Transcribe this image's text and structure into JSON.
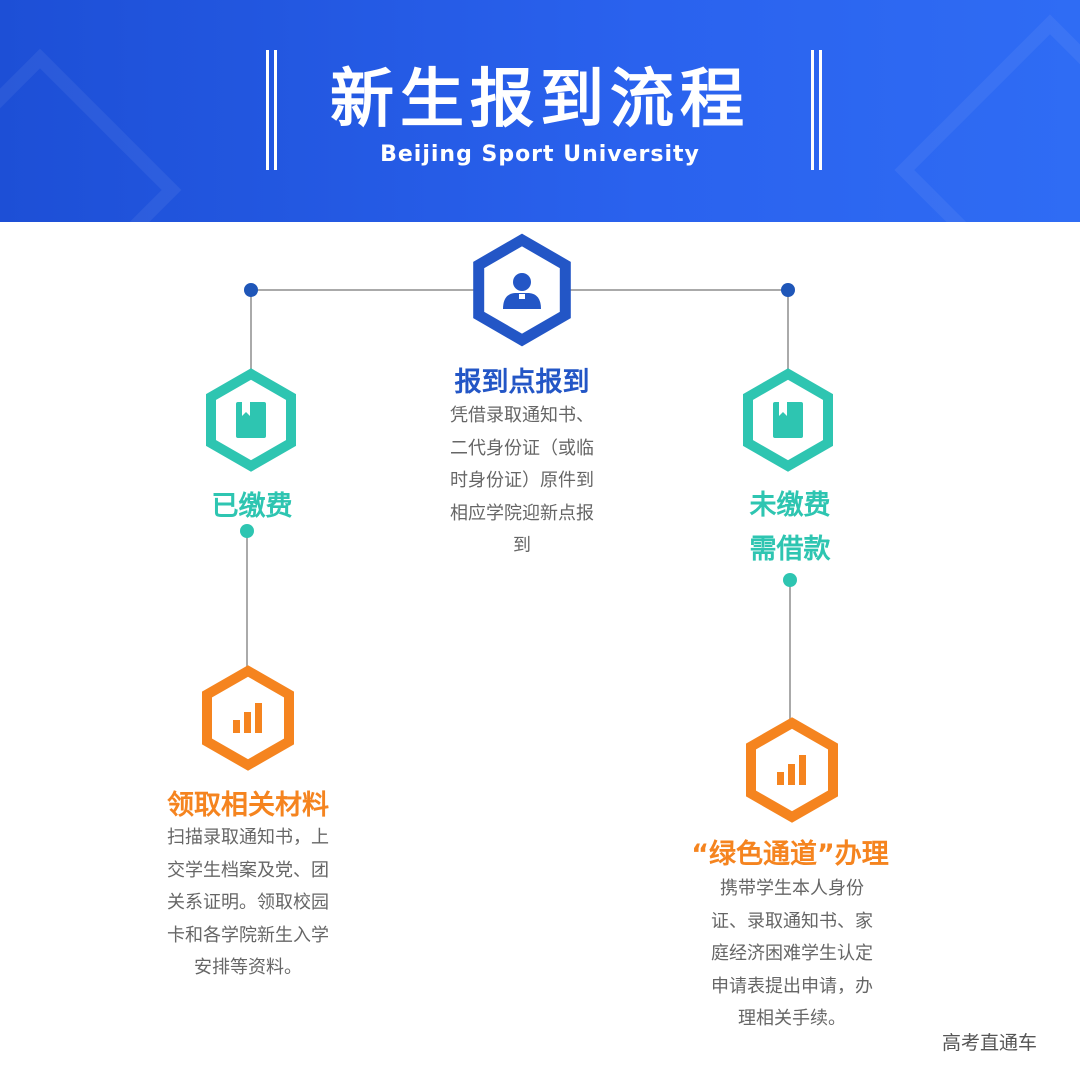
{
  "header": {
    "title": "新生报到流程",
    "subtitle": "Beijing Sport University"
  },
  "colors": {
    "blue": "#2356c6",
    "teal": "#2ec5b1",
    "orange": "#f5841f",
    "header_bg": "#2a62ee"
  },
  "nodes": {
    "checkin": {
      "icon": "user-icon",
      "title": "报到点报到",
      "lines": [
        "凭借录取通知书、",
        "二代身份证（或临",
        "时身份证）原件到",
        "相应学院迎新点报",
        "到"
      ]
    },
    "paid": {
      "icon": "book-icon",
      "title": "已缴费"
    },
    "unpaid": {
      "icon": "book-icon",
      "title_lines": [
        "未缴费",
        "需借款"
      ]
    },
    "materials": {
      "icon": "bar-chart-icon",
      "title": "领取相关材料",
      "lines": [
        "扫描录取通知书，上",
        "交学生档案及党、团",
        "关系证明。领取校园",
        "卡和各学院新生入学",
        "安排等资料。"
      ]
    },
    "green_channel": {
      "icon": "bar-chart-icon",
      "title": "“绿色通道”办理",
      "lines": [
        "携带学生本人身份",
        "证、录取通知书、家",
        "庭经济困难学生认定",
        "申请表提出申请，办",
        "理相关手续。"
      ]
    }
  },
  "watermark": "高考直通车"
}
